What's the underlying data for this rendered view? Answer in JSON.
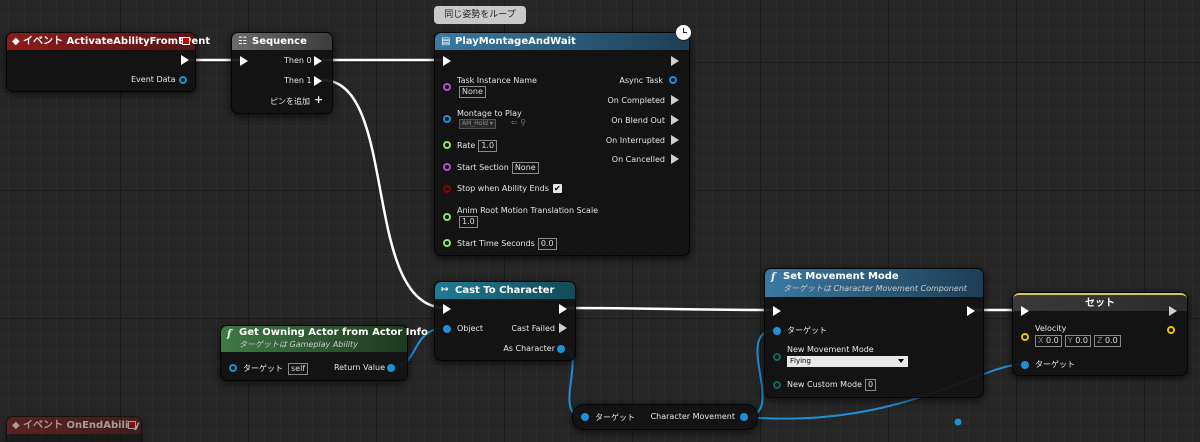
{
  "colors": {
    "event_header": "#8b1b1b",
    "sequence_header": "#5a5a5a",
    "latent_header": "#2e5f7f",
    "pure_header": "#2f5d33",
    "cast_header": "#1e6c82",
    "set_header": "#3a3a3a",
    "object_pin": "#1f8fd8",
    "struct_pin": "#f0c000",
    "class_pin": "#b250d0",
    "bool_pin": "#8b0000",
    "float_pin": "#8fe35a",
    "wire_blue": "#1f8fd8",
    "wire_white": "#ffffff"
  },
  "comment": {
    "text": "同じ姿勢をループ"
  },
  "event_node": {
    "title": "イベント ActivateAbilityFromEvent",
    "event_data": "Event Data"
  },
  "event_node_2": {
    "title": "イベント OnEndAbility"
  },
  "sequence": {
    "title": "Sequence",
    "then0": "Then 0",
    "then1": "Then 1",
    "add_pin": "ピンを追加"
  },
  "play_montage": {
    "title": "PlayMontageAndWait",
    "task_instance_name": "Task Instance Name",
    "task_instance_value": "None",
    "montage_to_play": "Montage to Play",
    "montage_value": "AM_Hold",
    "rate": "Rate",
    "rate_value": "1.0",
    "start_section": "Start Section",
    "start_section_value": "None",
    "stop_when_ends": "Stop when Ability Ends",
    "anim_root": "Anim Root Motion Translation Scale",
    "anim_root_value": "1.0",
    "start_time": "Start Time Seconds",
    "start_time_value": "0.0",
    "async_task": "Async Task",
    "on_completed": "On Completed",
    "on_blend_out": "On Blend Out",
    "on_interrupted": "On Interrupted",
    "on_cancelled": "On Cancelled"
  },
  "get_owning": {
    "title": "Get Owning Actor from Actor Info",
    "subtitle": "ターゲットは Gameplay Ability",
    "target": "ターゲット",
    "target_value": "self",
    "return_value": "Return Value"
  },
  "cast": {
    "title": "Cast To Character",
    "object": "Object",
    "cast_failed": "Cast Failed",
    "as_character": "As Character"
  },
  "char_movement": {
    "target": "ターゲット",
    "output": "Character Movement"
  },
  "set_movement": {
    "title": "Set Movement Mode",
    "subtitle": "ターゲットは Character Movement Component",
    "target": "ターゲット",
    "new_movement_mode": "New Movement Mode",
    "mode_value": "Flying",
    "new_custom_mode": "New Custom Mode",
    "custom_value": "0"
  },
  "set_node": {
    "title": "セット",
    "velocity": "Velocity",
    "x_label": "X",
    "x_value": "0.0",
    "y_label": "Y",
    "y_value": "0.0",
    "z_label": "Z",
    "z_value": "0.0",
    "target": "ターゲット"
  }
}
